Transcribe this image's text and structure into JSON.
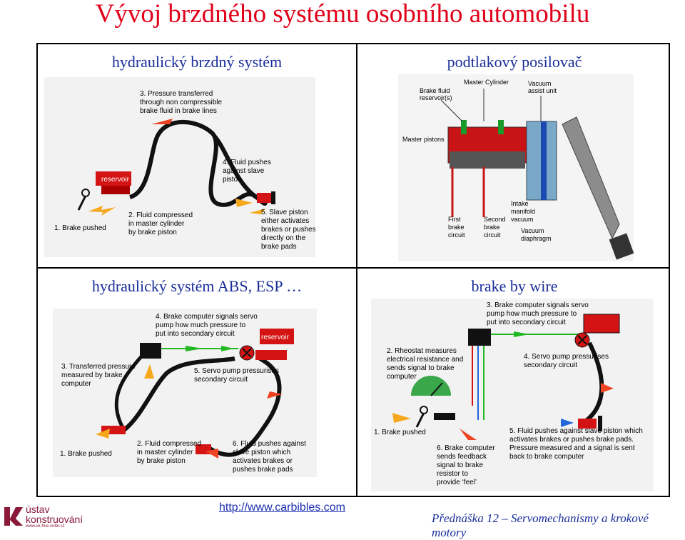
{
  "title": "Vývoj brzdného systému osobního automobilu",
  "quadrants": {
    "q1": {
      "title": "hydraulický brzdný systém",
      "reservoir": "reservoir",
      "labels": {
        "l1": "1. Brake pushed",
        "l2a": "2. Fluid compressed",
        "l2b": "in master cylinder",
        "l2c": "by brake piston",
        "l3a": "3. Pressure transferred",
        "l3b": "through non compressible",
        "l3c": "brake fluid in brake lines",
        "l4a": "4. Fluid pushes",
        "l4b": "against slave",
        "l4c": "piston",
        "l5a": "5. Slave piston",
        "l5b": "either activates",
        "l5c": "brakes or pushes",
        "l5d": "directly on the",
        "l5e": "brake pads"
      }
    },
    "q2": {
      "title": "podtlakový posilovač",
      "labels": {
        "reservoir_a": "Brake fluid",
        "reservoir_b": "reservoir(s)",
        "master": "Master Cylinder",
        "vacuum_a": "Vacuum",
        "vacuum_b": "assist unit",
        "pistons": "Master pistons",
        "first_a": "First",
        "first_b": "brake",
        "first_c": "circuit",
        "second_a": "Second",
        "second_b": "brake",
        "second_c": "circuit",
        "intake_a": "Intake",
        "intake_b": "manifold",
        "intake_c": "vacuum",
        "diaphragm_a": "Vacuum",
        "diaphragm_b": "diaphragm"
      }
    },
    "q3": {
      "title": "hydraulický systém ABS, ESP …",
      "reservoir": "reservoir",
      "labels": {
        "l1": "1. Brake pushed",
        "l2a": "2. Fluid compressed",
        "l2b": "in master cylinder",
        "l2c": "by brake piston",
        "l3a": "3. Transferred pressure",
        "l3b": "measured by brake",
        "l3c": "computer",
        "l4a": "4. Brake computer signals servo",
        "l4b": "pump how much pressure to",
        "l4c": "put into secondary circuit",
        "l5a": "5. Servo pump pressurises",
        "l5b": "secondary circuit",
        "l6a": "6. Fluid pushes against",
        "l6b": "slave piston which",
        "l6c": "activates brakes or",
        "l6d": "pushes brake pads"
      }
    },
    "q4": {
      "title": "brake by wire",
      "labels": {
        "l1": "1. Brake pushed",
        "l2a": "2. Rheostat measures",
        "l2b": "electrical resistance and",
        "l2c": "sends signal to brake",
        "l2d": "computer",
        "l3a": "3. Brake computer signals servo",
        "l3b": "pump how much pressure to",
        "l3c": "put into secondary circuit",
        "l4a": "4. Servo pump pressurises",
        "l4b": "secondary circuit",
        "l5a": "5. Fluid pushes against slave piston which",
        "l5b": "activates brakes or pushes brake pads.",
        "l5c": "Pressure measured and a signal is sent",
        "l5d": "back to brake computer",
        "l6a": "6. Brake computer",
        "l6b": "sends feedback",
        "l6c": "signal to brake",
        "l6d": "resistor to",
        "l6e": "provide ‘feel’"
      }
    }
  },
  "footer": {
    "url": "http://www.carbibles.com",
    "course": "Přednáška 12 – Servomechanismy a krokové motory",
    "logo_line1": "ústav",
    "logo_line2": "konstruování",
    "logo_url": "www.uk.fme.vutbr.cz"
  },
  "colors": {
    "title_red": "#e0001a",
    "heading_blue": "#1a2e9a",
    "fluid_red": "#d41414",
    "arrow_orange": "#f5a81c",
    "arrow_green": "#22b822",
    "signal_blue": "#2266dd"
  }
}
